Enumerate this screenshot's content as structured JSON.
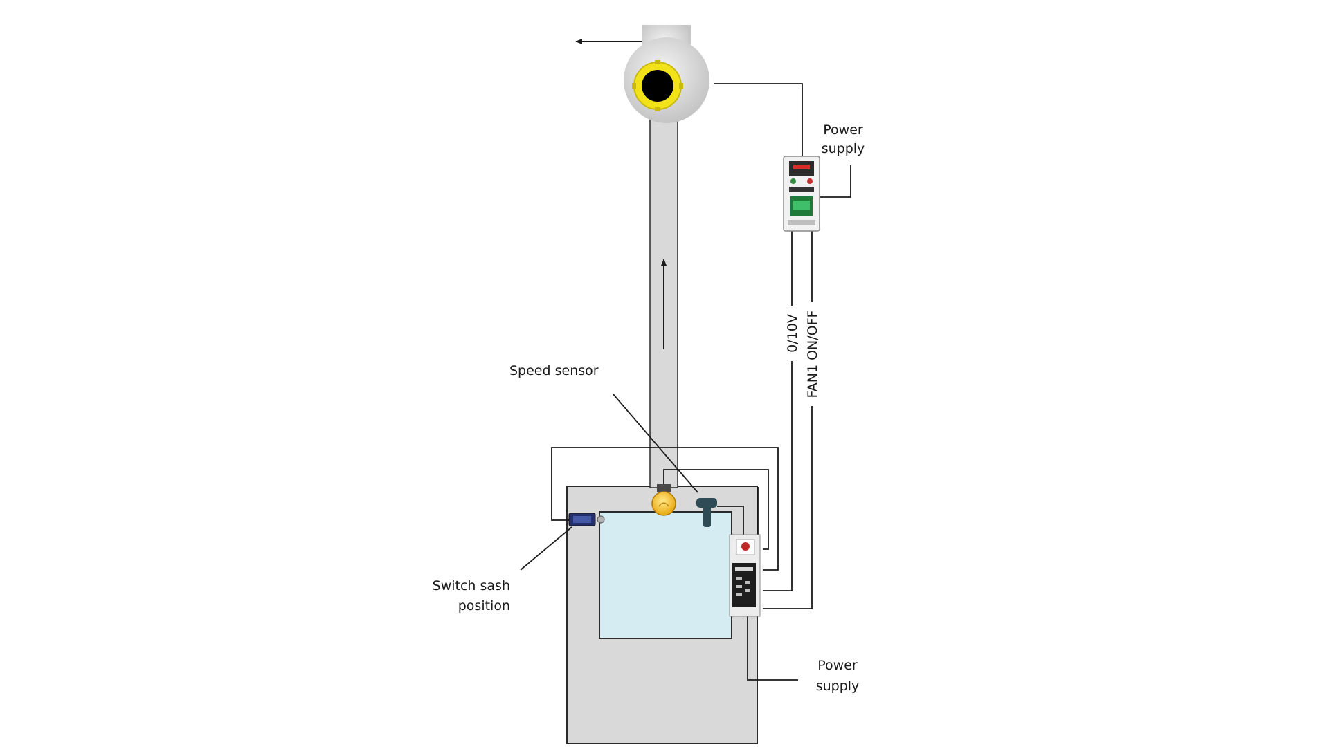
{
  "labels": {
    "power_supply_top_line1": "Power",
    "power_supply_top_line2": "supply",
    "speed_sensor": "Speed sensor",
    "switch_sash_line1": "Switch sash",
    "switch_sash_line2": "position",
    "power_supply_bottom_line1": "Power",
    "power_supply_bottom_line2": "supply",
    "signal_0_10v": "0/10V",
    "signal_fan_on_off": "FAN1 ON/OFF"
  },
  "colors": {
    "duct_fill": "#d9d9d9",
    "sash_glass": "#d5ecf2",
    "fan_body": "#dcdcdc",
    "fan_ring": "#f2e21a",
    "bulb": "#f6c423",
    "wire": "#1a1a1a"
  },
  "icons": {
    "fan": "centrifugal-fan-icon",
    "vfd": "variable-frequency-drive-icon",
    "controller": "fume-hood-controller-icon",
    "lamp": "light-bulb-icon",
    "speed_sensor": "airflow-sensor-icon",
    "sash_switch": "limit-switch-icon"
  }
}
